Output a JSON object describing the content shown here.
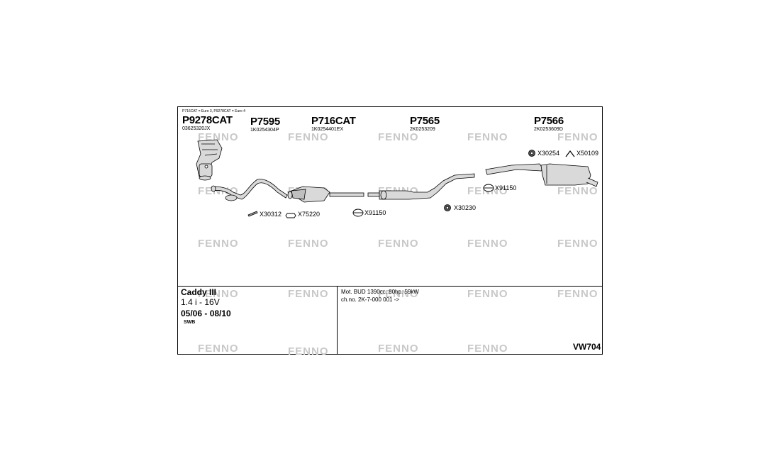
{
  "header_note": "P716CAT = Euro 3, P9278CAT = Euro 4",
  "parts": [
    {
      "number": "P9278CAT",
      "oem": "03625320JX"
    },
    {
      "number": "P7595",
      "oem": "1K0254304P"
    },
    {
      "number": "P716CAT",
      "oem": "1K0254401EX"
    },
    {
      "number": "P7565",
      "oem": "2K0253209"
    },
    {
      "number": "P7566",
      "oem": "2K0253609D"
    }
  ],
  "accessories": [
    {
      "code": "X30254",
      "icon": "rubber-mount-icon"
    },
    {
      "code": "X50109",
      "icon": "bracket-icon"
    },
    {
      "code": "X91150",
      "icon": "clamp-icon"
    },
    {
      "code": "X30230",
      "icon": "rubber-mount-icon"
    },
    {
      "code": "X30312",
      "icon": "bolt-icon"
    },
    {
      "code": "X75220",
      "icon": "gasket-icon"
    },
    {
      "code": "X91150",
      "icon": "clamp-icon"
    }
  ],
  "vehicle": {
    "model": "Caddy III",
    "engine": "1.4 i - 16V",
    "years": "05/06 - 08/10",
    "body": "SWB"
  },
  "spec": {
    "motor": "Mot. BUD 1390cc. 80hp. 59kW",
    "chassis": "ch.no. 2K-7-000 001 ->"
  },
  "diagram_code": "VW704",
  "watermark": "FENNO",
  "colors": {
    "line": "#000000",
    "watermark": "#c8c8c8",
    "part_fill": "#d9d9d9"
  }
}
